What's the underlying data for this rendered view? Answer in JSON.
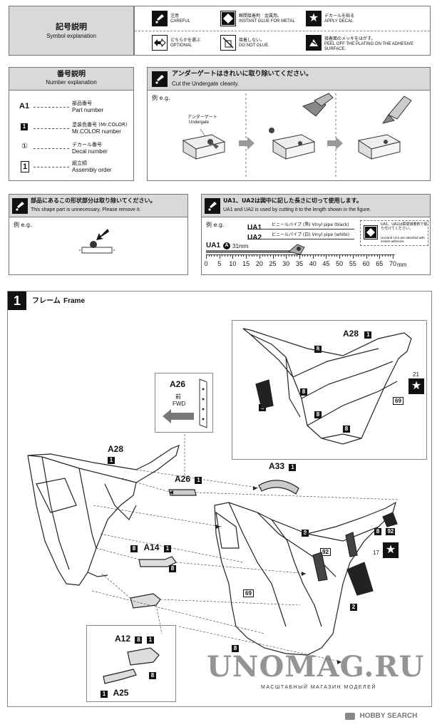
{
  "symbol_explanation": {
    "title_jp": "記号説明",
    "title_en": "Symbol explanation",
    "items": [
      {
        "jp": "注意",
        "en": "CAREFUL",
        "icon": "careful-icon"
      },
      {
        "jp": "瞬間接着剤　金属用。",
        "en": "INSTANT GLUE FOR METAL",
        "icon": "glue-diamond-icon"
      },
      {
        "jp": "デカールを貼る",
        "en": "APPLY DECAL",
        "icon": "star-icon"
      },
      {
        "jp": "どちらかを選ぶ",
        "en": "OPTIONAL",
        "icon": "optional-arrows-icon"
      },
      {
        "jp": "接着しない。",
        "en": "DO NOT GLUE.",
        "icon": "no-glue-icon"
      },
      {
        "jp": "接着面のメッキをはがす。",
        "en": "PEEL OFF THE PLATING ON THE ADHESIVE SURFACE.",
        "icon": "peel-plating-icon"
      }
    ]
  },
  "number_explanation": {
    "title_jp": "番号説明",
    "title_en": "Number explanation",
    "rows": [
      {
        "mark": "A1",
        "jp": "部品番号",
        "en": "Part number"
      },
      {
        "mark": "1",
        "jp": "塗装色番号 (Mr.COLOR)",
        "en": "Mr.COLOR number"
      },
      {
        "mark": "①",
        "jp": "デカール番号",
        "en": "Decal number"
      },
      {
        "mark": "1",
        "jp": "組立順",
        "en": "Assembly order"
      }
    ]
  },
  "undergate": {
    "title_jp": "アンダーゲートはきれいに取り除いてください。",
    "title_en": "Cut the Undergate cleanly.",
    "eg": "例 e.g.",
    "label_jp": "アンダーゲート",
    "label_en": "Undergate"
  },
  "unnecessary": {
    "title_jp": "部品にあるこの形状部分は取り除いてください。",
    "title_en": "This shape part is unnecessary. Please remove it.",
    "eg": "例 e.g."
  },
  "vinyl": {
    "title_jp": "UA1、UA2は図中に記した長さに切って使用します。",
    "title_en": "UA1 and UA2 is used by cutting it to the length shown in the figure.",
    "eg": "例 e.g.",
    "rows": [
      {
        "code": "UA1",
        "desc": "ビニールパイプ (黒) Vinyl pipe (black)"
      },
      {
        "code": "UA2",
        "desc": "ビニールパイプ (白) Vinyl pipe (white)"
      }
    ],
    "note_jp": "UA1、UA2は瞬間接着剤で取り付けてください。",
    "note_en": "UA1and UA2 are attached with instant adhesive.",
    "sample_code": "UA1",
    "sample_letter": "A",
    "sample_len": "31mm",
    "ruler": [
      "0",
      "5",
      "10",
      "15",
      "20",
      "25",
      "30",
      "35",
      "40",
      "45",
      "50",
      "55",
      "60",
      "65",
      "70"
    ],
    "ruler_unit": "mm"
  },
  "step1": {
    "number": "1",
    "title_jp": "フレーム",
    "title_en": "Frame",
    "labels": {
      "a28_top": "A28",
      "a28_left": "A28",
      "a26": "A26",
      "a26b": "A26",
      "fwd_jp": "前",
      "fwd_en": "FWD",
      "a33": "A33",
      "a14": "A14",
      "a12": "A12",
      "a25": "A25",
      "c69a": "69",
      "c69b": "69",
      "c92a": "92",
      "c92b": "92",
      "d21": "21",
      "d17": "17"
    },
    "colors": {
      "c1": "1",
      "c2": "2",
      "c8": "8"
    }
  },
  "watermarks": {
    "unomag": "UNOMAG.RU",
    "unomag_sub": "МАСШТАБНЫЙ МАГАЗИН МОДЕЛЕЙ",
    "hobby": "HOBBY SEARCH"
  }
}
